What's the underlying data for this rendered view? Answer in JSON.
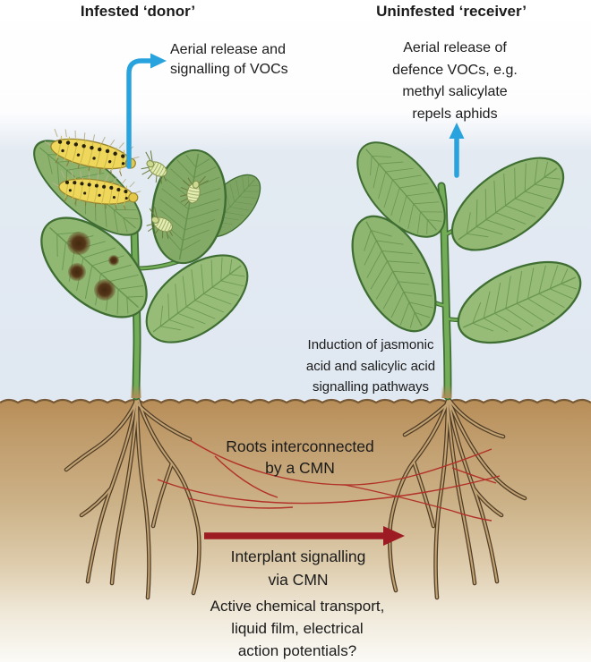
{
  "titles": {
    "left": "Infested ‘donor’",
    "right": "Uninfested ‘receiver’"
  },
  "annotations": {
    "aerial_left": {
      "lines": [
        "Aerial release and",
        "signalling of VOCs"
      ]
    },
    "aerial_right": {
      "lines": [
        "Aerial release of",
        "defence VOCs, e.g.",
        "methyl salicylate",
        "repels aphids"
      ]
    },
    "induction": {
      "lines": [
        "Induction of jasmonic",
        "acid and salicylic acid",
        "signalling pathways"
      ]
    },
    "roots_cmn": {
      "lines": [
        "Roots interconnected",
        "by a CMN"
      ]
    },
    "interplant": {
      "lines": [
        "Interplant signalling",
        "via CMN"
      ]
    },
    "mechanism": {
      "lines": [
        "Active chemical transport,",
        "liquid film, electrical",
        "action potentials?"
      ]
    }
  },
  "icons": {
    "aerial_arrow_left": "up-then-right-arrow-icon",
    "aerial_arrow_right": "up-arrow-icon",
    "cmn_arrow": "right-arrow-icon"
  },
  "colors": {
    "aerial_arrow_blue": "#29a3dd",
    "cmn_arrow_red": "#9d1b23",
    "cmn_hyphae_red": "#b23129",
    "soil_tan": "#bf9a6b",
    "leaf_green": "#93b873",
    "root_brown": "#4f3d26",
    "text": "#1b1b1b"
  }
}
